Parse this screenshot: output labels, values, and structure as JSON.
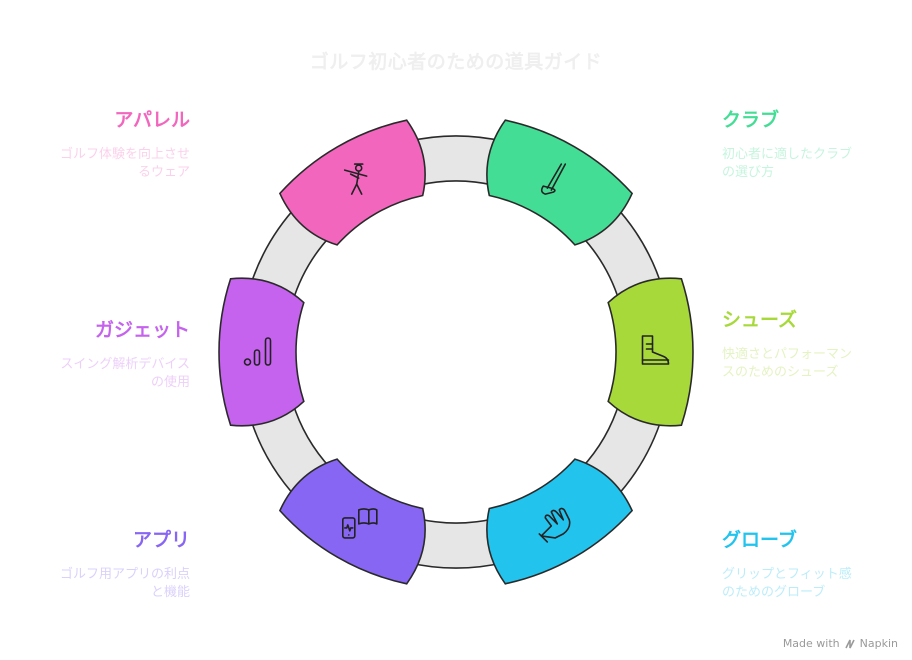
{
  "title": "ゴルフ初心者のための道具ガイド",
  "segments": [
    {
      "key": "club",
      "title": "クラブ",
      "desc": "初心者に適したクラブの選び方",
      "color": "#44dd95",
      "icon": "golf-club-icon"
    },
    {
      "key": "shoes",
      "title": "シューズ",
      "desc": "快適さとパフォーマンスのためのシューズ",
      "color": "#a8d93a",
      "icon": "boot-icon"
    },
    {
      "key": "glove",
      "title": "グローブ",
      "desc": "グリップとフィット感のためのグローブ",
      "color": "#22c4ee",
      "icon": "glove-icon"
    },
    {
      "key": "app",
      "title": "アプリ",
      "desc": "ゴルフ用アプリの利点と機能",
      "color": "#8866f4",
      "icon": "phone-book-icon"
    },
    {
      "key": "gadget",
      "title": "ガジェット",
      "desc": "スイング解析デバイスの使用",
      "color": "#c563ee",
      "icon": "signal-bars-icon"
    },
    {
      "key": "apparel",
      "title": "アパレル",
      "desc": "ゴルフ体験を向上させるウェア",
      "color": "#f266be",
      "icon": "golfer-icon"
    }
  ],
  "credit": {
    "made_with": "Made with",
    "brand": "Napkin"
  }
}
